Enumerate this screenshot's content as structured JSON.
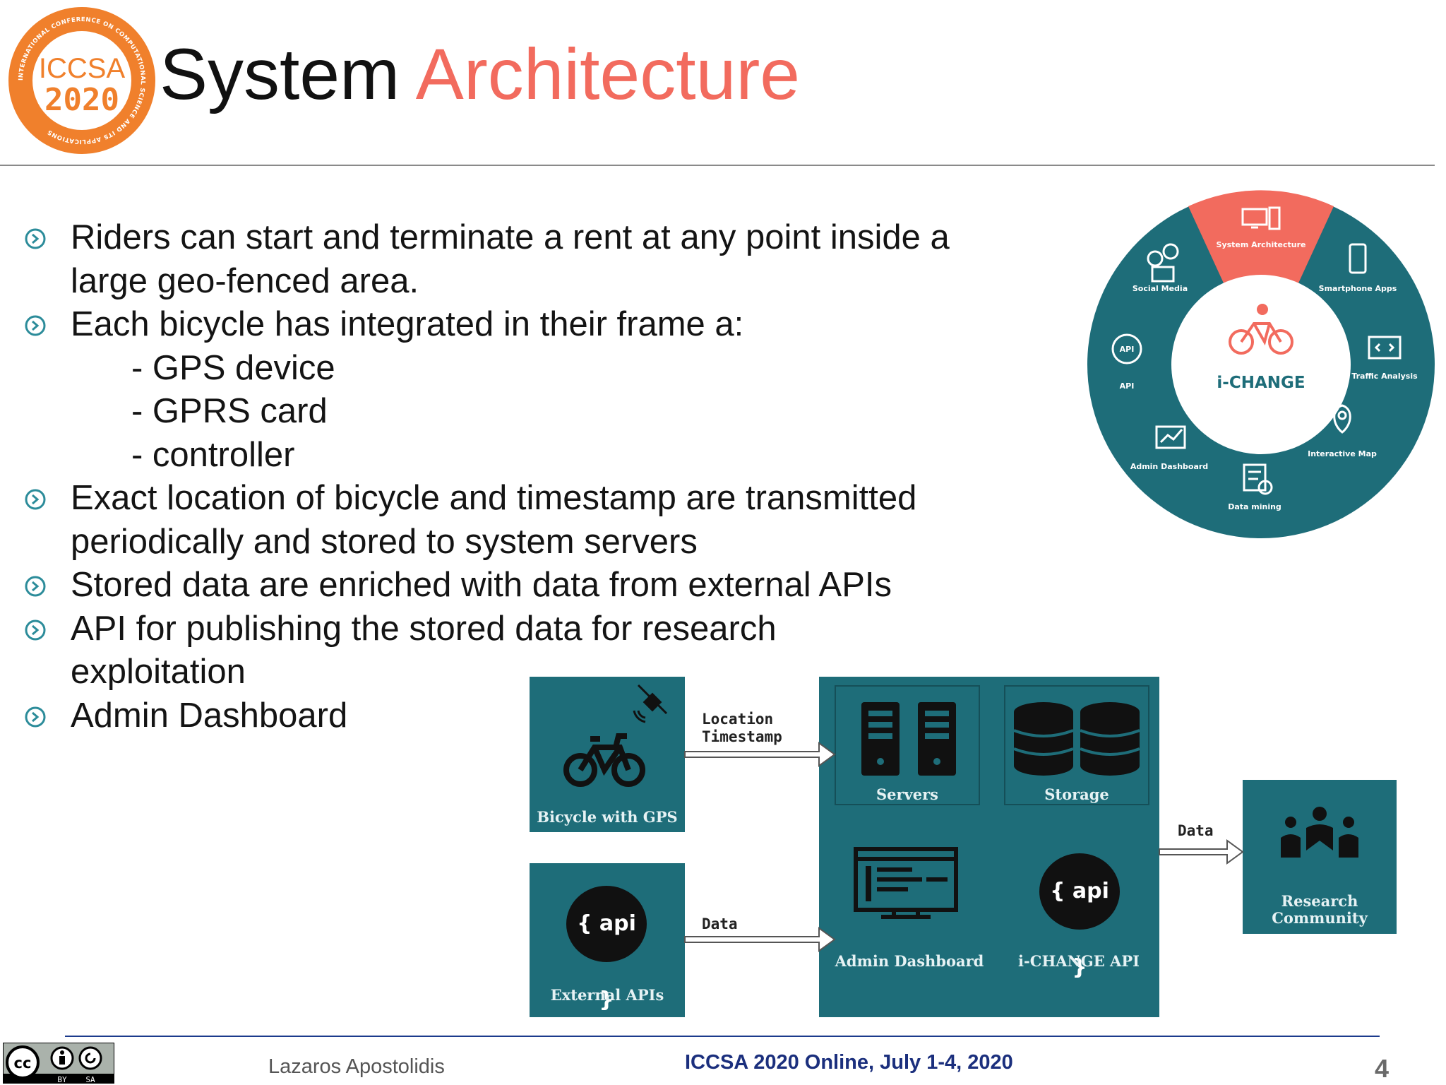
{
  "header": {
    "logo": {
      "arc_text": "INTERNATIONAL CONFERENCE ON COMPUTATIONAL SCIENCE AND ITS APPLICATIONS",
      "line1": "ICCSA",
      "line2": "2020"
    },
    "title_part1": "System",
    "title_part2": "Architecture"
  },
  "bullets": [
    {
      "text": "Riders can start and terminate a rent at any point inside a large geo-fenced area."
    },
    {
      "text": "Each bicycle has integrated in their frame a:",
      "sub": [
        "- GPS device",
        "- GPRS card",
        "- controller"
      ]
    },
    {
      "text": "Exact location of bicycle and timestamp are transmitted periodically and stored to system servers"
    },
    {
      "text": "Stored data are enriched with data from external APIs"
    },
    {
      "text": "API for publishing the stored data for research exploitation"
    },
    {
      "text": "Admin Dashboard"
    }
  ],
  "ring": {
    "center": "i-CHANGE",
    "segments": [
      {
        "label": "System Architecture",
        "icon": "monitor-icon",
        "highlight": true
      },
      {
        "label": "Smartphone Apps",
        "icon": "smartphone-icon"
      },
      {
        "label": "Traffic Analysis",
        "icon": "code-icon"
      },
      {
        "label": "Interactive Map",
        "icon": "map-pin-icon"
      },
      {
        "label": "Data mining",
        "icon": "data-mining-icon"
      },
      {
        "label": "Admin Dashboard",
        "icon": "dashboard-icon"
      },
      {
        "label": "API",
        "icon": "api-icon"
      },
      {
        "label": "Social Media",
        "icon": "social-media-icon"
      }
    ],
    "colors": {
      "ring": "#1e6d79",
      "highlight": "#f26b5e",
      "bike": "#f26b5e"
    }
  },
  "flow": {
    "bicycle": "Bicycle with GPS",
    "external": "External APIs",
    "api_chip": "{ api }",
    "servers": "Servers",
    "storage": "Storage",
    "admin": "Admin Dashboard",
    "ichange_api": "i-CHANGE API",
    "research": "Research Community",
    "arrow1": "Location\nTimestamp",
    "arrow2": "Data",
    "arrow3": "Data",
    "colors": {
      "panel": "#1e6d79",
      "arrow": "#555555"
    }
  },
  "footer": {
    "license": {
      "cc": "cc",
      "by": "BY",
      "sa": "SA"
    },
    "author": "Lazaros Apostolidis",
    "conference": "ICCSA 2020 Online, July 1-4, 2020",
    "page": "4"
  }
}
